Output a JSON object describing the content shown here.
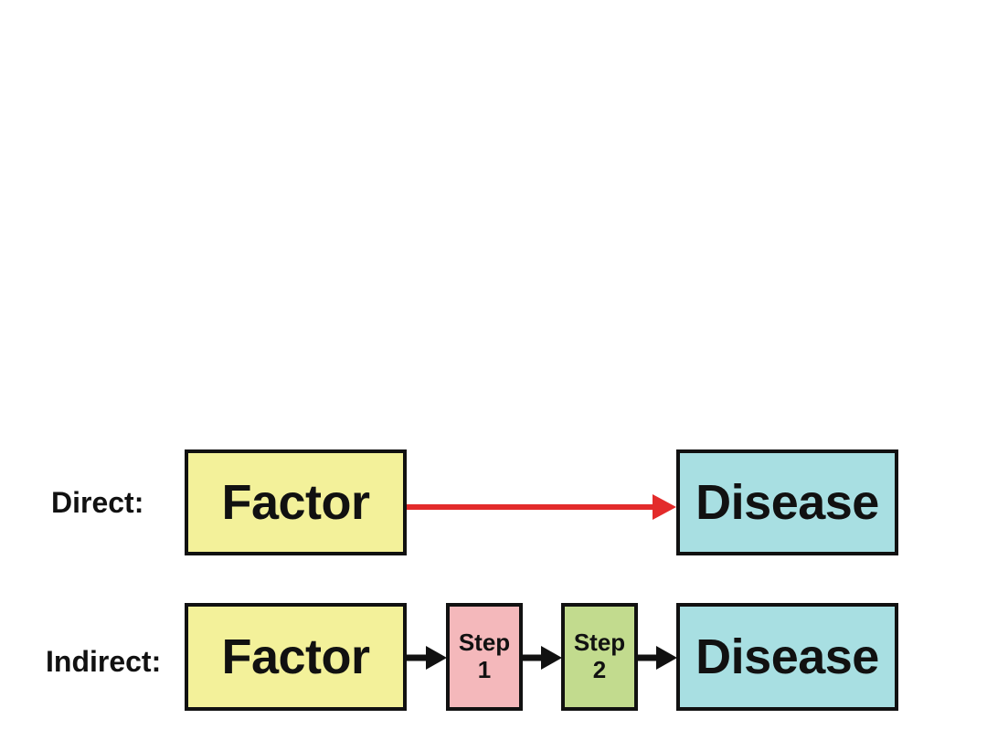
{
  "rows": {
    "direct": {
      "label": "Direct:",
      "source": "Factor",
      "target": "Disease"
    },
    "indirect": {
      "label": "Indirect:",
      "source": "Factor",
      "step1": {
        "line1": "Step",
        "line2": "1"
      },
      "step2": {
        "line1": "Step",
        "line2": "2"
      },
      "target": "Disease"
    }
  },
  "colors": {
    "factor": "#f3f19a",
    "disease": "#a8dfe2",
    "step1": "#f4b8bb",
    "step2": "#c2db8e",
    "direct_arrow": "#e32b2b",
    "indirect_arrow": "#111111"
  }
}
